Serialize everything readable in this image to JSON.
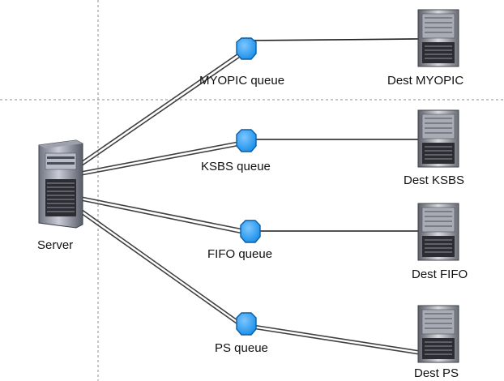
{
  "colors": {
    "link_line": "#404040",
    "queue_fill": "#1a8fe8",
    "queue_stroke": "#0a5fa8",
    "divider": "#8c8c8c",
    "label_text": "#111111"
  },
  "server": {
    "label": "Server",
    "icon": "server-tower-icon"
  },
  "queues": [
    {
      "id": "myopic",
      "label": "MYOPIC queue",
      "icon": "queue-node-icon"
    },
    {
      "id": "ksbs",
      "label": "KSBS queue",
      "icon": "queue-node-icon"
    },
    {
      "id": "fifo",
      "label": "FIFO queue",
      "icon": "queue-node-icon"
    },
    {
      "id": "ps",
      "label": "PS queue",
      "icon": "queue-node-icon"
    }
  ],
  "destinations": [
    {
      "id": "myopic",
      "label": "Dest MYOPIC",
      "icon": "rack-server-icon"
    },
    {
      "id": "ksbs",
      "label": "Dest KSBS",
      "icon": "rack-server-icon"
    },
    {
      "id": "fifo",
      "label": "Dest FIFO",
      "icon": "rack-server-icon"
    },
    {
      "id": "ps",
      "label": "Dest PS",
      "icon": "rack-server-icon"
    }
  ]
}
